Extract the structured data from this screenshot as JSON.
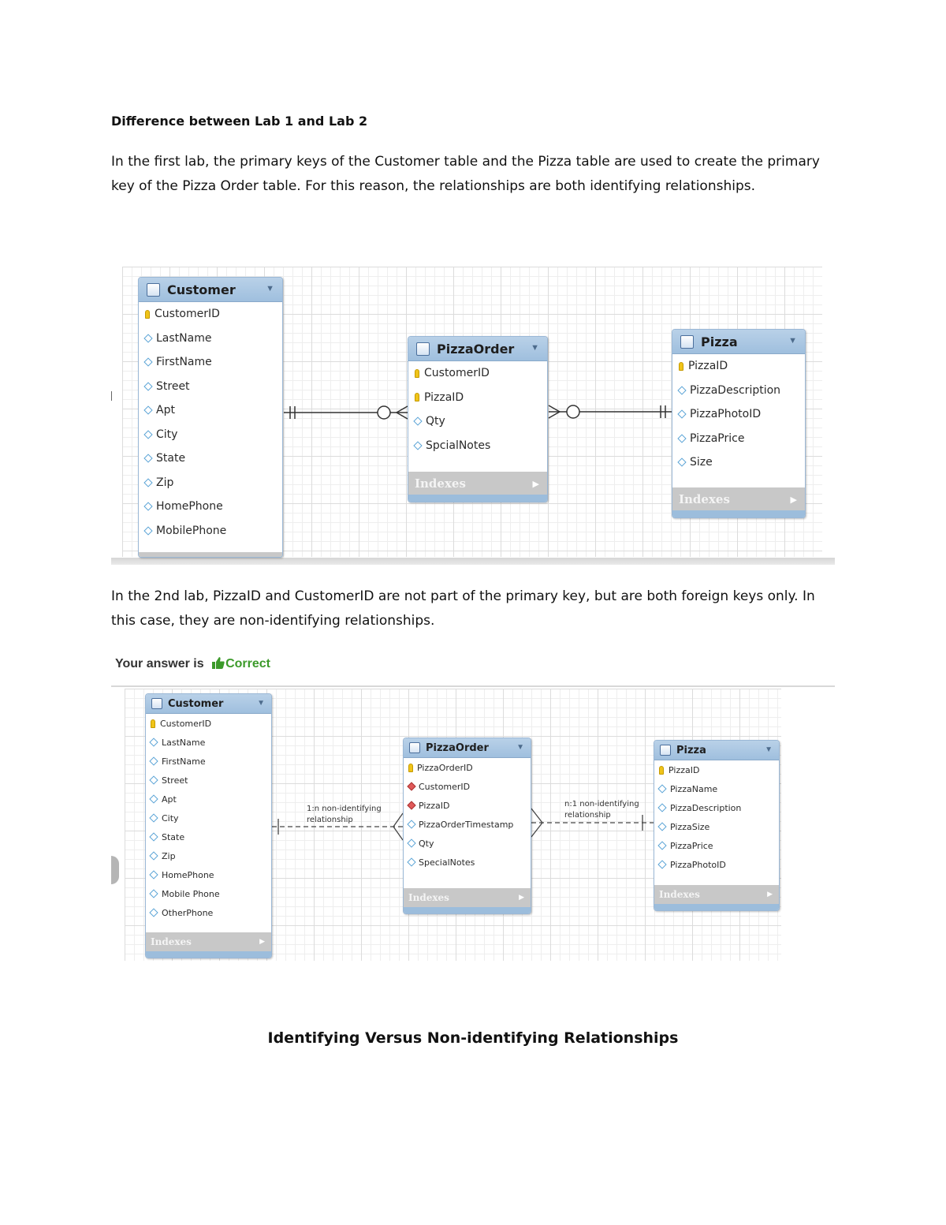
{
  "heading": "Difference between Lab 1 and Lab 2",
  "paragraph_1": "In the first lab, the primary keys of the Customer table and the Pizza table are used to create the primary key of the Pizza Order table.  For this reason, the relationships are both identifying relationships.",
  "paragraph_2": "In the 2nd lab, PizzaID and CustomerID are not part of the primary key, but are both foreign keys only.  In this case, they are non-identifying relationships.",
  "answer": {
    "prefix": "Your answer is",
    "result": "Correct",
    "result_color": "#3c9a2a"
  },
  "caption": "Identifying Versus Non-identifying Relationships",
  "diagram_1": {
    "customer": {
      "title": "Customer",
      "columns": [
        {
          "name": "CustomerID",
          "kind": "pk"
        },
        {
          "name": "LastName",
          "kind": "col"
        },
        {
          "name": "FirstName",
          "kind": "col"
        },
        {
          "name": "Street",
          "kind": "col"
        },
        {
          "name": "Apt",
          "kind": "col"
        },
        {
          "name": "City",
          "kind": "col"
        },
        {
          "name": "State",
          "kind": "col"
        },
        {
          "name": "Zip",
          "kind": "col"
        },
        {
          "name": "HomePhone",
          "kind": "col"
        },
        {
          "name": "MobilePhone",
          "kind": "col"
        }
      ]
    },
    "pizza_order": {
      "title": "PizzaOrder",
      "columns": [
        {
          "name": "CustomerID",
          "kind": "pk"
        },
        {
          "name": "PizzaID",
          "kind": "pk"
        },
        {
          "name": "Qty",
          "kind": "col"
        },
        {
          "name": "SpcialNotes",
          "kind": "col"
        }
      ],
      "indexes_label": "Indexes"
    },
    "pizza": {
      "title": "Pizza",
      "columns": [
        {
          "name": "PizzaID",
          "kind": "pk"
        },
        {
          "name": "PizzaDescription",
          "kind": "col"
        },
        {
          "name": "PizzaPhotoID",
          "kind": "col"
        },
        {
          "name": "PizzaPrice",
          "kind": "col"
        },
        {
          "name": "Size",
          "kind": "col"
        }
      ],
      "indexes_label": "Indexes"
    }
  },
  "diagram_2": {
    "customer": {
      "title": "Customer",
      "columns": [
        {
          "name": "CustomerID",
          "kind": "pk"
        },
        {
          "name": "LastName",
          "kind": "col"
        },
        {
          "name": "FirstName",
          "kind": "col"
        },
        {
          "name": "Street",
          "kind": "col"
        },
        {
          "name": "Apt",
          "kind": "col"
        },
        {
          "name": "City",
          "kind": "col"
        },
        {
          "name": "State",
          "kind": "col"
        },
        {
          "name": "Zip",
          "kind": "col"
        },
        {
          "name": "HomePhone",
          "kind": "col"
        },
        {
          "name": "Mobile Phone",
          "kind": "col"
        },
        {
          "name": "OtherPhone",
          "kind": "col"
        }
      ],
      "indexes_label": "Indexes"
    },
    "pizza_order": {
      "title": "PizzaOrder",
      "columns": [
        {
          "name": "PizzaOrderID",
          "kind": "pk"
        },
        {
          "name": "CustomerID",
          "kind": "fk"
        },
        {
          "name": "PizzaID",
          "kind": "fk"
        },
        {
          "name": "PizzaOrderTimestamp",
          "kind": "col"
        },
        {
          "name": "Qty",
          "kind": "col"
        },
        {
          "name": "SpecialNotes",
          "kind": "col"
        }
      ],
      "indexes_label": "Indexes"
    },
    "pizza": {
      "title": "Pizza",
      "columns": [
        {
          "name": "PizzaID",
          "kind": "pk"
        },
        {
          "name": "PizzaName",
          "kind": "col"
        },
        {
          "name": "PizzaDescription",
          "kind": "col"
        },
        {
          "name": "PizzaSize",
          "kind": "col"
        },
        {
          "name": "PizzaPrice",
          "kind": "col"
        },
        {
          "name": "PizzaPhotoID",
          "kind": "col"
        }
      ],
      "indexes_label": "Indexes"
    },
    "rel_left": {
      "line1": "1:n non-identifying",
      "line2": "relationship"
    },
    "rel_right": {
      "line1": "n:1 non-identifying",
      "line2": "relationship"
    }
  }
}
